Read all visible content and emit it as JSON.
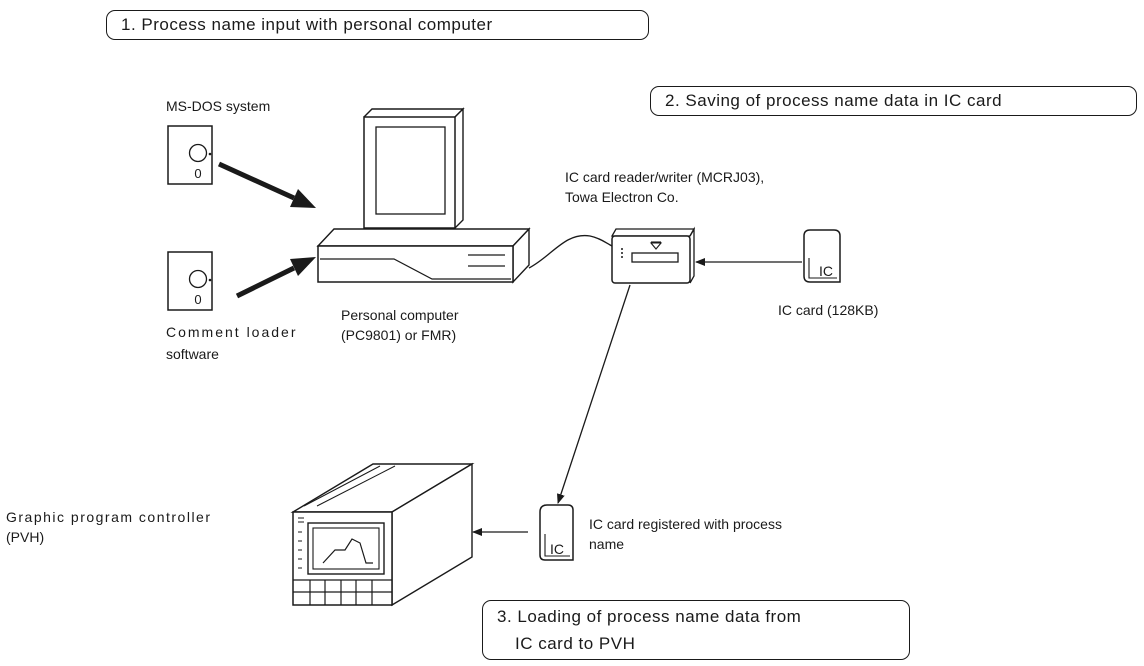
{
  "steps": {
    "step1": "1.  Process name input with personal computer",
    "step2": "2.  Saving of process name data in IC card",
    "step3_line1": "3. Loading of process name data from",
    "step3_line2": "IC card to PVH"
  },
  "labels": {
    "msdos": "MS-DOS system",
    "loader_line1": "Comment  loader",
    "loader_line2": "software",
    "pc_line1": "Personal computer",
    "pc_line2": "(PC9801) or FMR)",
    "reader_line1": "IC card reader/writer (MCRJ03),",
    "reader_line2": "Towa Electron Co.",
    "iccard": "IC card (128KB)",
    "registered_line1": "IC card registered with process",
    "registered_line2": "name",
    "pvh_line1": "Graphic  program  controller",
    "pvh_line2": "(PVH)"
  },
  "card_text": {
    "ic_top": "IC",
    "ic_bottom": "IC"
  },
  "floppy_text": {
    "floppy1_zero": "0",
    "floppy2_zero": "0"
  },
  "icons": {
    "floppy": "floppy-disk-icon",
    "computer": "personal-computer-icon",
    "reader": "ic-card-reader-icon",
    "card": "ic-card-icon",
    "controller": "program-controller-icon"
  }
}
